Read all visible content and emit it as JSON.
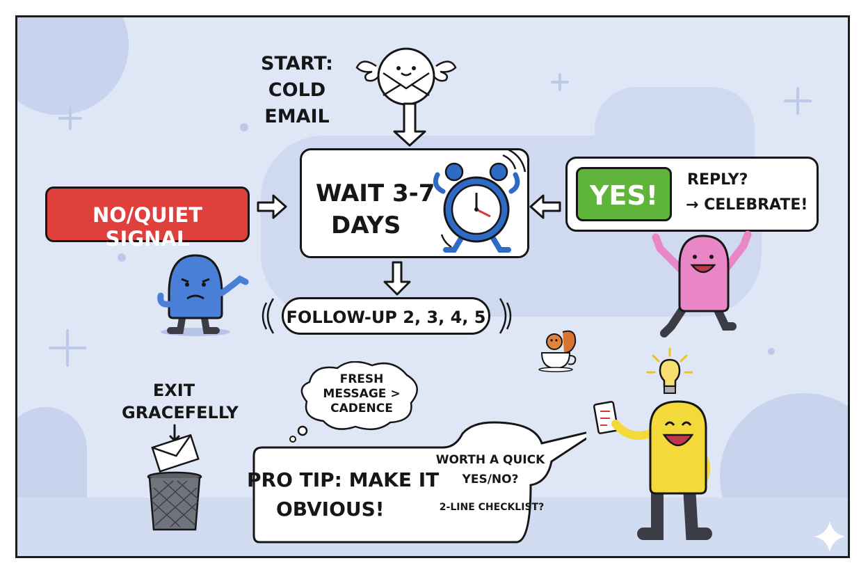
{
  "start": {
    "line1": "START:",
    "line2": "COLD EMAIL"
  },
  "wait": {
    "line1": "WAIT 3-7",
    "line2": "DAYS"
  },
  "no_signal": {
    "label": "NO/QUIET SIGNAL",
    "color": "#e0403c"
  },
  "yes": {
    "label": "YES!",
    "color": "#5fb43a",
    "reply_line1": "REPLY?",
    "reply_line2": "→ CELEBRATE!"
  },
  "followup": {
    "label": "FOLLOW-UP 2, 3, 4, 5"
  },
  "exit": {
    "line1": "EXIT",
    "line2": "GRACEFELLY"
  },
  "thought": {
    "line1": "FRESH",
    "line2": "MESSAGE >",
    "line3": "CADENCE"
  },
  "pro_tip": {
    "line1": "PRO TIP: MAKE IT",
    "line2": "OBVIOUS!",
    "side_line1": "WORTH A QUICK",
    "side_line2": "YES/NO?",
    "side_line3": "2-LINE CHECKLIST?"
  },
  "colors": {
    "background": "#dfe6f6",
    "blob": "#c8d4ee",
    "blue_character": "#4a7fd8",
    "pink_character": "#e986c6",
    "yellow_character": "#f3d93a"
  },
  "icons": [
    "envelope-icon",
    "alarm-clock-icon",
    "trash-can-icon",
    "lightbulb-icon",
    "clipboard-icon",
    "squirrel-cup-icon",
    "sparkle-icon"
  ]
}
